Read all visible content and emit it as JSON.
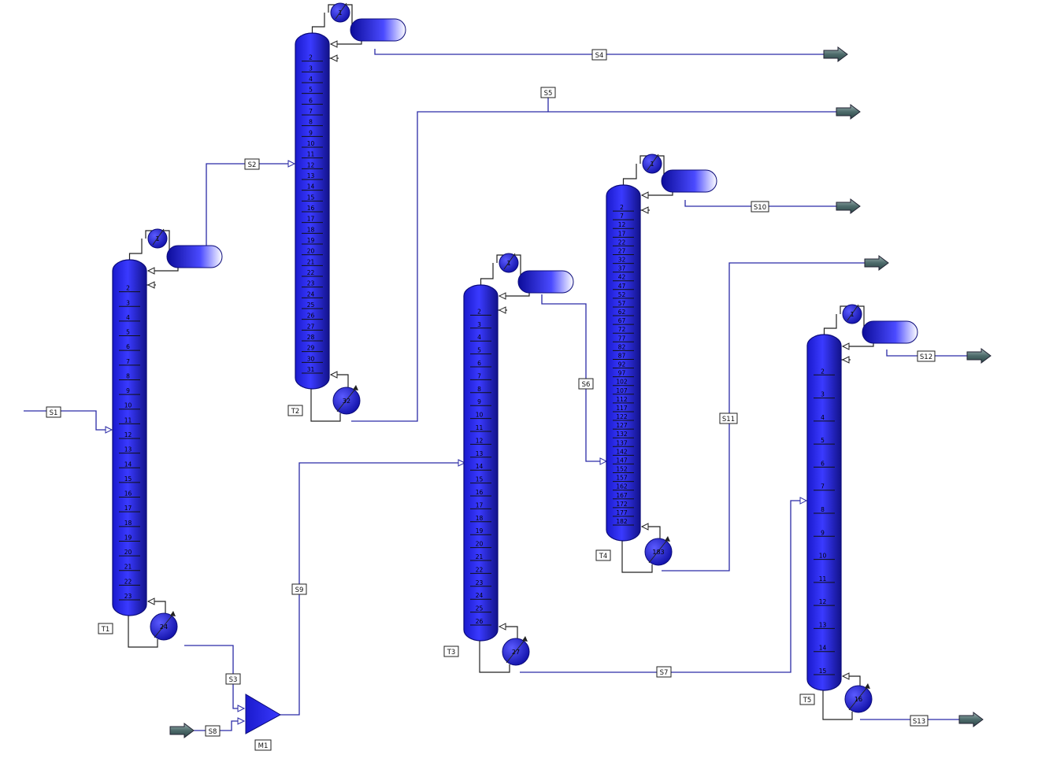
{
  "colors": {
    "vessel_fill": "#2a2af0",
    "vessel_dark": "#0b0b7a",
    "stream": "#2b2ba6",
    "arrow_fill": "#5a7a7a"
  },
  "columns": [
    {
      "id": "T1",
      "label": "T1",
      "trays": [
        "2",
        "3",
        "4",
        "5",
        "6",
        "7",
        "8",
        "9",
        "10",
        "11",
        "12",
        "13",
        "14",
        "15",
        "16",
        "17",
        "18",
        "19",
        "20",
        "21",
        "22",
        "23"
      ],
      "condenser_number": "1",
      "reboiler_number": "24"
    },
    {
      "id": "T2",
      "label": "T2",
      "trays": [
        "2",
        "3",
        "4",
        "5",
        "6",
        "7",
        "8",
        "9",
        "10",
        "11",
        "12",
        "13",
        "14",
        "15",
        "16",
        "17",
        "18",
        "19",
        "20",
        "21",
        "22",
        "23",
        "24",
        "25",
        "26",
        "27",
        "28",
        "29",
        "30",
        "31"
      ],
      "condenser_number": "1",
      "reboiler_number": "32"
    },
    {
      "id": "T3",
      "label": "T3",
      "trays": [
        "2",
        "3",
        "4",
        "5",
        "6",
        "7",
        "8",
        "9",
        "10",
        "11",
        "12",
        "13",
        "14",
        "15",
        "16",
        "17",
        "18",
        "19",
        "20",
        "21",
        "22",
        "23",
        "24",
        "25",
        "26"
      ],
      "condenser_number": "1",
      "reboiler_number": "27"
    },
    {
      "id": "T4",
      "label": "T4",
      "trays": [
        "2",
        "7",
        "12",
        "17",
        "22",
        "27",
        "32",
        "37",
        "42",
        "47",
        "52",
        "57",
        "62",
        "67",
        "72",
        "77",
        "82",
        "87",
        "92",
        "97",
        "102",
        "107",
        "112",
        "117",
        "122",
        "127",
        "132",
        "137",
        "142",
        "147",
        "152",
        "157",
        "162",
        "167",
        "172",
        "177",
        "182"
      ],
      "condenser_number": "1",
      "reboiler_number": "183"
    },
    {
      "id": "T5",
      "label": "T5",
      "trays": [
        "2",
        "3",
        "4",
        "5",
        "6",
        "7",
        "8",
        "9",
        "10",
        "11",
        "12",
        "13",
        "14",
        "15"
      ],
      "condenser_number": "1",
      "reboiler_number": "16"
    }
  ],
  "mixer": {
    "label": "M1"
  },
  "streams": [
    "S1",
    "S2",
    "S3",
    "S4",
    "S5",
    "S6",
    "S7",
    "S8",
    "S9",
    "S10",
    "S11",
    "S12",
    "S13"
  ]
}
